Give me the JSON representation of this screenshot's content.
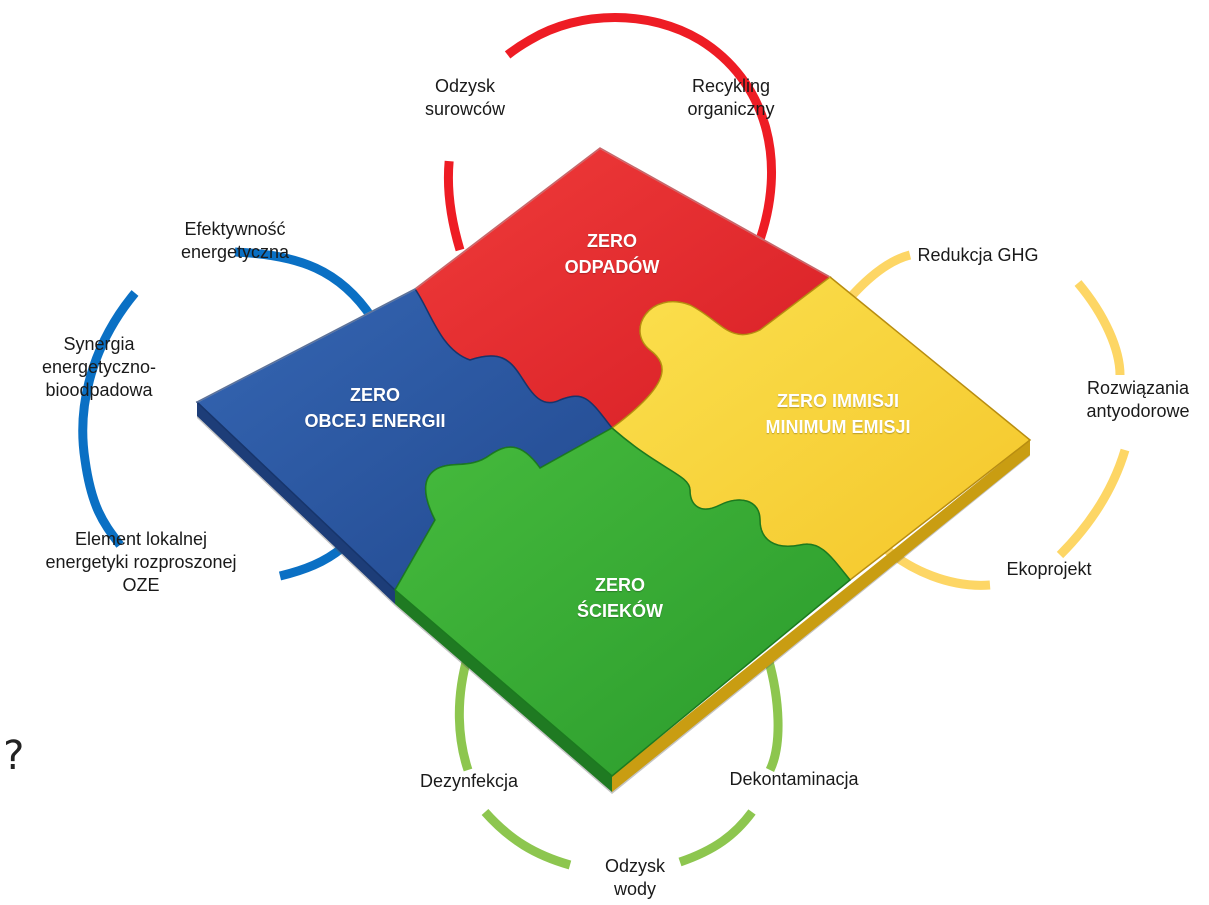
{
  "colors": {
    "red": "#e8262a",
    "blue": "#2b5ba8",
    "yellow": "#f8d33a",
    "green": "#3aad35",
    "ring_red": "#ee1c24",
    "ring_blue": "#0a70c4",
    "ring_yellow": "#fdd665",
    "ring_green": "#8dc64f"
  },
  "pieces": {
    "waste": "ZERO\nODPADÓW",
    "energy": "ZERO\nOBCEJ ENERGII",
    "emission": "ZERO IMMISJI\nMINIMUM EMISJI",
    "sewage": "ZERO\nŚCIEKÓW"
  },
  "labels": {
    "odzysk_surowcow": "Odzysk\nsurowców",
    "recykling_organiczny": "Recykling\norganiczny",
    "efektywnosc": "Efektywność\nenergetyczna",
    "synergia": "Synergia\nenergetyczno-\nbioodpadowa",
    "element_lokalnej": "Element lokalnej\nenergetyki rozproszonej\nOZE",
    "redukcja_ghg": "Redukcja GHG",
    "rozwiazania": "Rozwiązania\nantyodorowe",
    "ekoprojekt": "Ekoprojekt",
    "dezynfekcja": "Dezynfekcja",
    "dekontaminacja": "Dekontaminacja",
    "odzysk_wody": "Odzysk\nwody"
  },
  "stray_text": "i?"
}
